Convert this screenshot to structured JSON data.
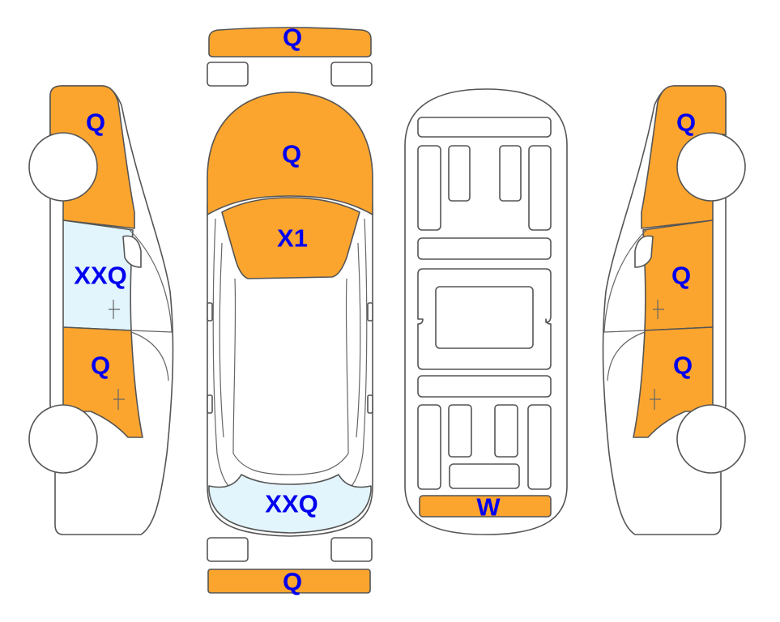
{
  "colors": {
    "orange": "#fca52e",
    "light_blue": "#e2f5fc",
    "label": "#0000ee",
    "outline": "#555555",
    "white": "#ffffff"
  },
  "legend_codes": [
    "Q",
    "X1",
    "XXQ",
    "W"
  ],
  "panels": {
    "front_bumper": {
      "code": "Q",
      "fill": "orange"
    },
    "hood": {
      "code": "Q",
      "fill": "orange"
    },
    "windshield": {
      "code": "X1",
      "fill": "orange"
    },
    "rear_window": {
      "code": "XXQ",
      "fill": "light_blue"
    },
    "rear_bumper": {
      "code": "Q",
      "fill": "orange"
    },
    "underbody_rear_strip": {
      "code": "W",
      "fill": "orange"
    },
    "left_front_fender": {
      "code": "Q",
      "fill": "orange"
    },
    "left_front_window": {
      "code": "XXQ",
      "fill": "light_blue"
    },
    "left_rear_door": {
      "code": "Q",
      "fill": "orange"
    },
    "right_front_fender": {
      "code": "Q",
      "fill": "orange"
    },
    "right_front_door": {
      "code": "Q",
      "fill": "orange"
    },
    "right_rear_door": {
      "code": "Q",
      "fill": "orange"
    }
  }
}
